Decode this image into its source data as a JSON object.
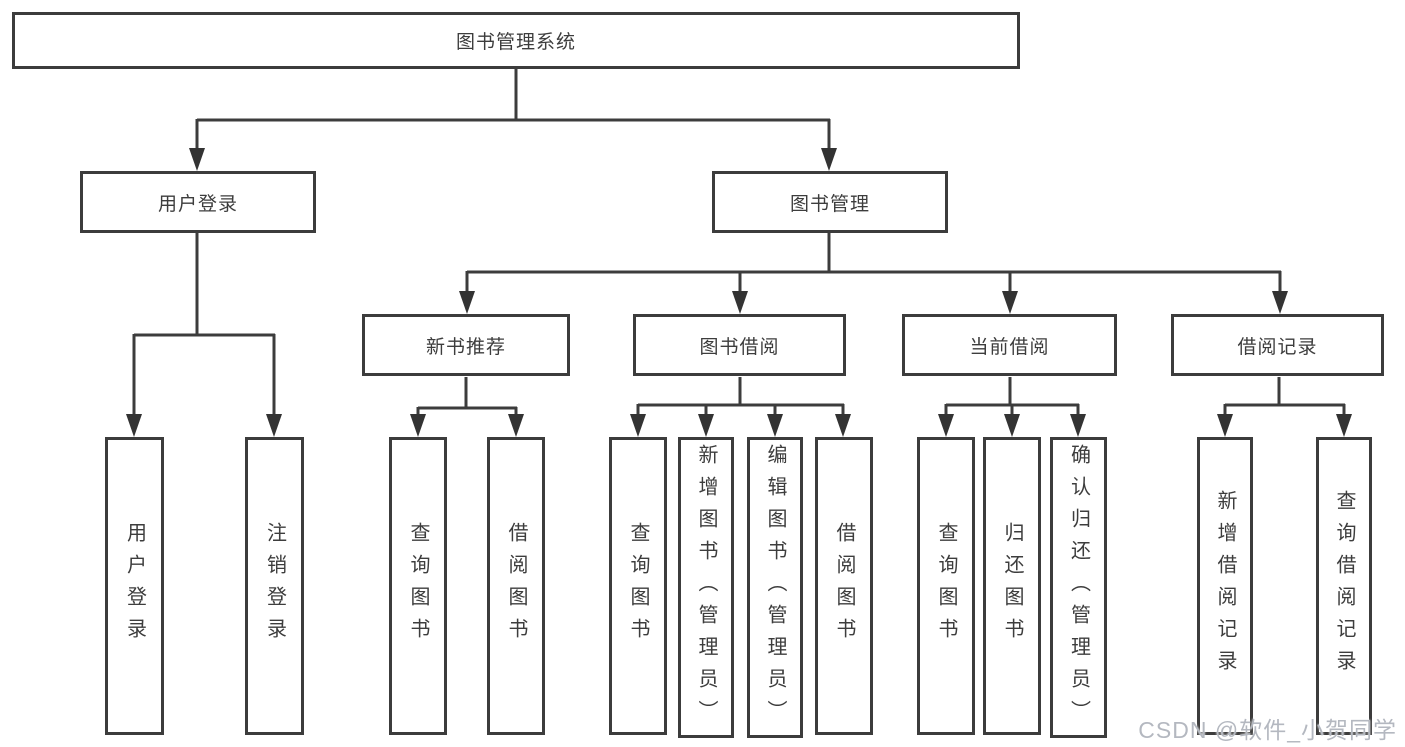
{
  "diagram": {
    "root": "图书管理系统",
    "user_login": {
      "label": "用户登录",
      "children": [
        "用户登录",
        "注销登录"
      ]
    },
    "book_mgmt": {
      "label": "图书管理",
      "sections": {
        "new_book_rec": {
          "label": "新书推荐",
          "children": [
            "查询图书",
            "借阅图书"
          ]
        },
        "book_borrow": {
          "label": "图书借阅",
          "children": [
            "查询图书",
            "新增图书（管理员）",
            "编辑图书（管理员）",
            "借阅图书"
          ]
        },
        "current_borrow": {
          "label": "当前借阅",
          "children": [
            "查询图书",
            "归还图书",
            "确认归还（管理员）"
          ]
        },
        "borrow_records": {
          "label": "借阅记录",
          "children": [
            "新增借阅记录",
            "查询借阅记录"
          ]
        }
      }
    }
  },
  "watermark": {
    "text": "CSDN @软件_小贺同学"
  },
  "colors": {
    "line": "#3c3c3c",
    "text": "#3d3d3d",
    "watermark": "#b4b8c0",
    "background": "#ffffff"
  }
}
